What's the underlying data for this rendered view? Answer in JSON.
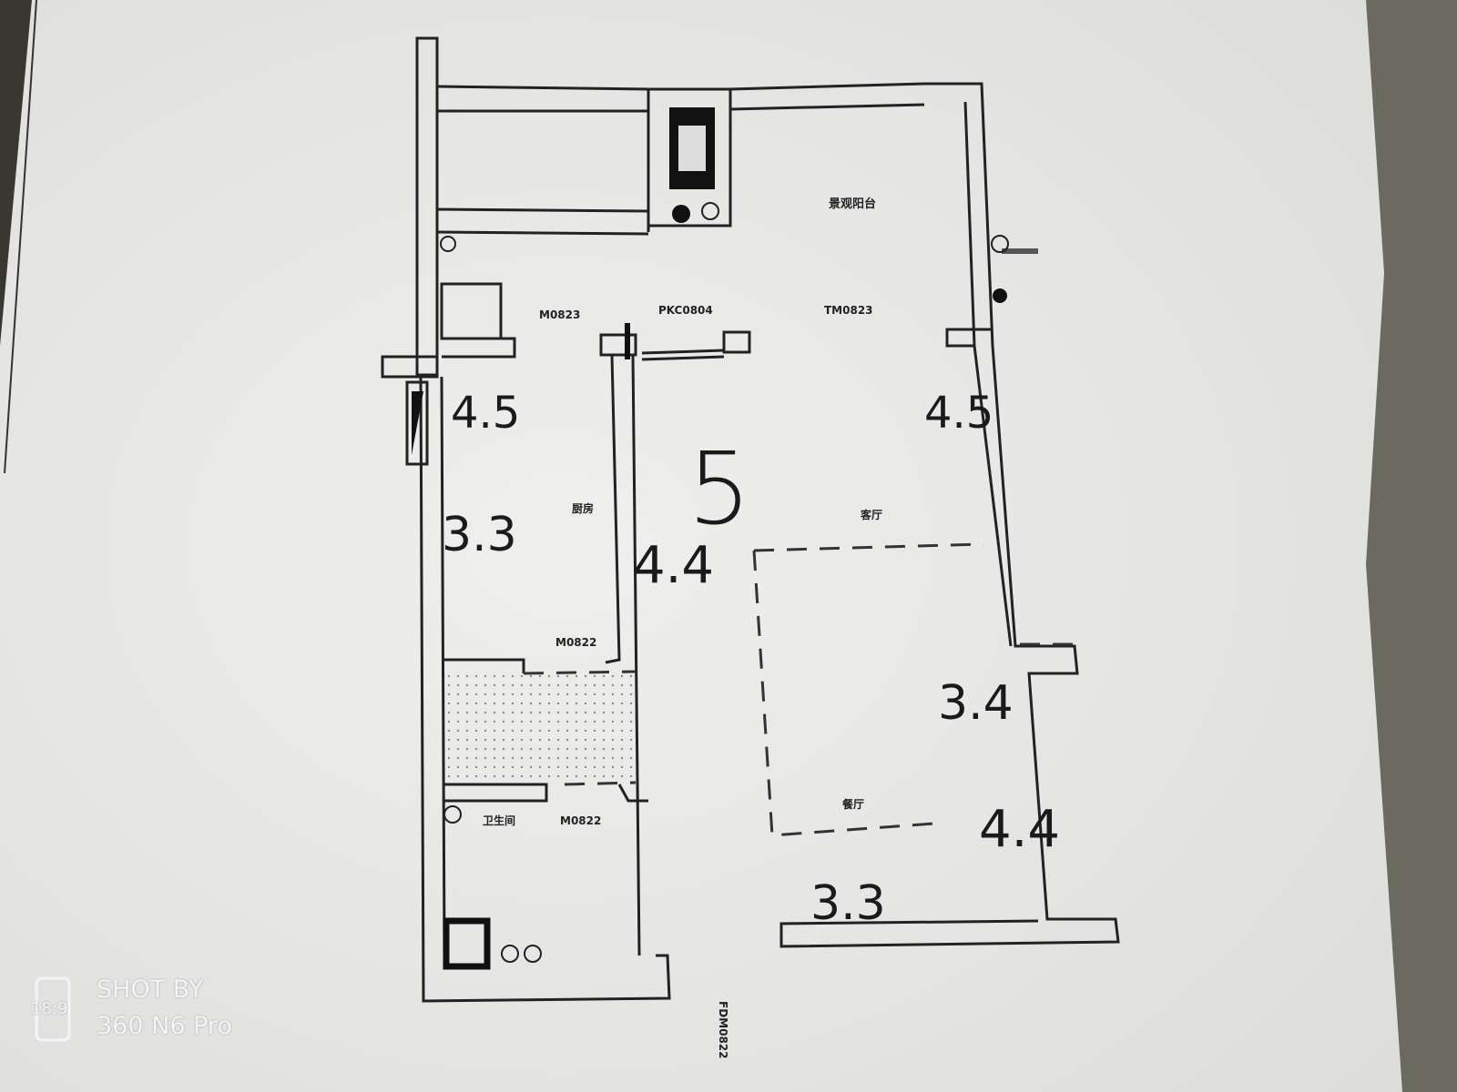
{
  "plan": {
    "rooms": {
      "balcony": "景观阳台",
      "kitchen": "厨房",
      "living_room": "客厅",
      "dining_room": "餐厅",
      "bathroom": "卫生间"
    },
    "doors": {
      "kitchen_door": "M0823",
      "balcony_window": "PKC0804",
      "balcony_door": "TM0823",
      "kitchen_bottom_door": "M0822",
      "bathroom_door": "M0822",
      "entry_door": "FDM0822"
    },
    "handwritten": {
      "center": "5",
      "kitchen_left_top": "4.5",
      "kitchen_left": "3.3",
      "kitchen_right": "4.4",
      "living_right_top": "4.5",
      "living_right": "3.4",
      "dining_right": "4.4",
      "dining_bottom": "3.3"
    }
  },
  "watermark": {
    "ratio": "18:9",
    "line1": "SHOT BY",
    "line2": "360 N6 Pro"
  },
  "colors": {
    "paper": "#e9e9e7",
    "ink": "#222222",
    "background": "#6b6a5e"
  }
}
